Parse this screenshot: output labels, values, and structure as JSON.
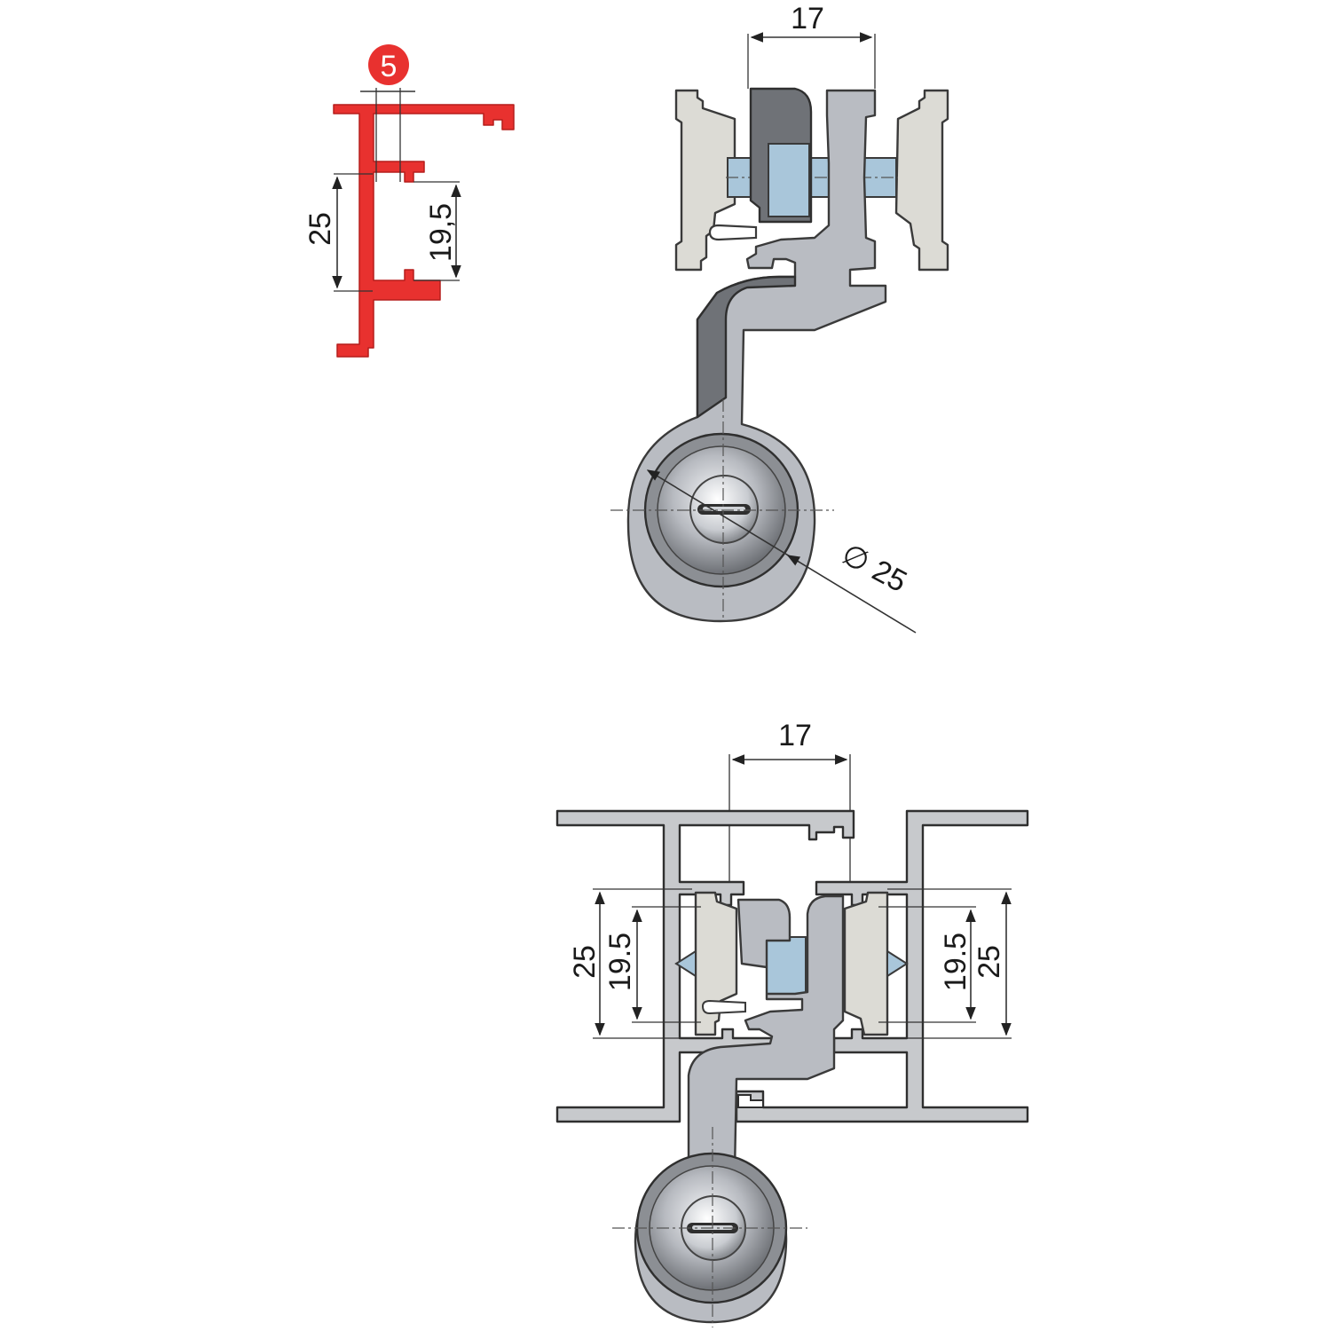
{
  "badge": {
    "label": "5",
    "color": "#e8312f"
  },
  "profile_section": {
    "dim_height_outer": "25",
    "dim_height_inner": "19,5"
  },
  "hanger_view": {
    "dim_width": "17",
    "dim_wheel_diameter": "∅ 25"
  },
  "assembly_view": {
    "dim_width": "17",
    "left_outer": "25",
    "left_inner": "19.5",
    "right_inner": "19.5",
    "right_outer": "25"
  },
  "colors": {
    "profile_red": "#e8312f",
    "metal_grey": "#b9bcc2",
    "dark_grey": "#6f7277",
    "slider_light": "#dcdbd5",
    "axle_blue": "#a9c6da"
  }
}
